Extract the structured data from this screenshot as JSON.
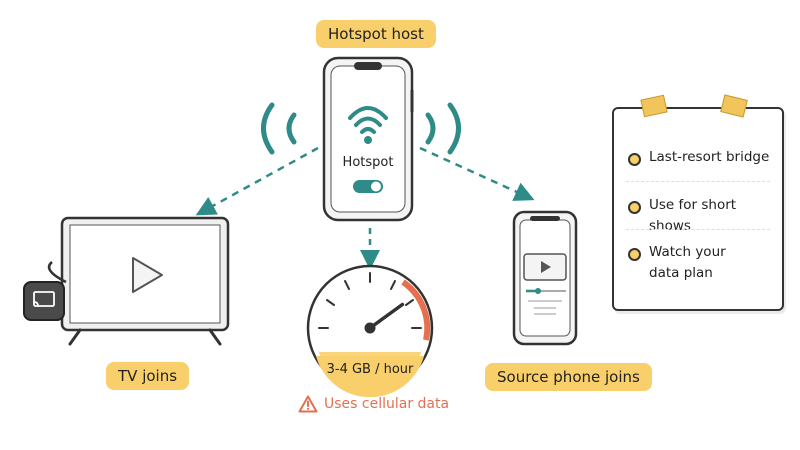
{
  "labels": {
    "hotspot_host": "Hotspot host",
    "tv_joins": "TV joins",
    "source_phone_joins": "Source phone joins"
  },
  "host_phone": {
    "screen_text": "Hotspot",
    "toggle_on": true
  },
  "gauge": {
    "readout": "3-4 GB / hour",
    "needle_level": 0.8
  },
  "warning": {
    "text": "Uses cellular data",
    "icon": "warning-triangle-icon"
  },
  "note": {
    "items": [
      {
        "text": "Last-resort bridge"
      },
      {
        "text": "Use for short shows"
      },
      {
        "text": "Watch your data plan"
      }
    ]
  },
  "colors": {
    "accent_yellow": "#f8cf6a",
    "teal": "#2f8b87",
    "orange": "#e4704f",
    "ink": "#333333"
  }
}
